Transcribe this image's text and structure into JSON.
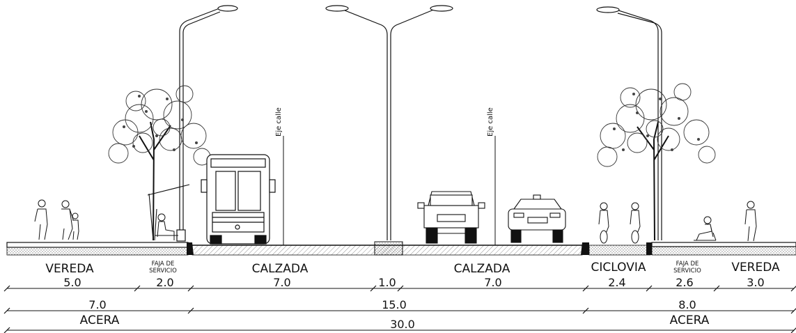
{
  "segments": [
    {
      "label": "VEREDA",
      "width": "5.0"
    },
    {
      "label_line1": "FAJA DE",
      "label_line2": "SERVICIO",
      "width": "2.0"
    },
    {
      "label": "CALZADA",
      "width": "7.0"
    },
    {
      "label": "",
      "width": "1.0"
    },
    {
      "label": "CALZADA",
      "width": "7.0"
    },
    {
      "label": "CICLOVIA",
      "width": "2.4"
    },
    {
      "label_line1": "FAJA DE",
      "label_line2": "SERVICIO",
      "width": "2.6"
    },
    {
      "label": "VEREDA",
      "width": "3.0"
    }
  ],
  "groups": [
    {
      "width": "7.0",
      "label": "ACERA"
    },
    {
      "width": "15.0",
      "label": ""
    },
    {
      "width": "8.0",
      "label": "ACERA"
    }
  ],
  "total": {
    "width": "30.0"
  },
  "axis_labels": {
    "left": "Eje calle",
    "right": "Eje calle"
  },
  "colors": {
    "line": "#111111",
    "foliage": "#333333"
  }
}
